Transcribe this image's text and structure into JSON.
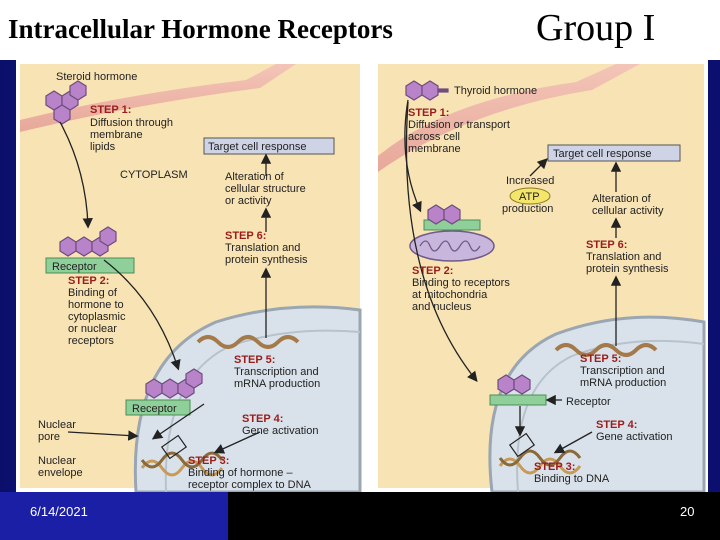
{
  "title": {
    "main": "Intracellular Hormone Receptors",
    "group": "Group I"
  },
  "footer": {
    "date": "6/14/2021",
    "page": "20"
  },
  "left_panel": {
    "hormone": "Steroid hormone",
    "step1": {
      "label": "STEP 1:",
      "lines": [
        "Diffusion through",
        "membrane",
        "lipids"
      ]
    },
    "target": "Target cell response",
    "cytoplasm": "CYTOPLASM",
    "alteration": [
      "Alteration of",
      "cellular structure",
      "or activity"
    ],
    "step6": {
      "label": "STEP 6:",
      "lines": [
        "Translation and",
        "protein synthesis"
      ]
    },
    "receptor1": "Receptor",
    "step2": {
      "label": "STEP 2:",
      "lines": [
        "Binding of",
        "hormone to",
        "cytoplasmic",
        "or nuclear",
        "receptors"
      ]
    },
    "step5": {
      "label": "STEP 5:",
      "lines": [
        "Transcription and",
        "mRNA production"
      ]
    },
    "receptor2": "Receptor",
    "step4": {
      "label": "STEP 4:",
      "lines": [
        "Gene activation"
      ]
    },
    "nuclear_pore": [
      "Nuclear",
      "pore"
    ],
    "nuclear_envelope": [
      "Nuclear",
      "envelope"
    ],
    "step3": {
      "label": "STEP 3:",
      "lines": [
        "Binding of hormone –",
        "receptor complex to DNA"
      ]
    }
  },
  "right_panel": {
    "hormone": "Thyroid hormone",
    "step1": {
      "label": "STEP 1:",
      "lines": [
        "Diffusion or transport",
        "across cell",
        "membrane"
      ]
    },
    "target": "Target cell response",
    "increased": "Increased",
    "atp": "ATP",
    "production": "production",
    "alteration": [
      "Alteration of",
      "cellular activity"
    ],
    "step2": {
      "label": "STEP 2:",
      "lines": [
        "Binding to receptors",
        "at mitochondria",
        "and nucleus"
      ]
    },
    "step6": {
      "label": "STEP 6:",
      "lines": [
        "Translation and",
        "protein synthesis"
      ]
    },
    "step5": {
      "label": "STEP 5:",
      "lines": [
        "Transcription and",
        "mRNA production"
      ]
    },
    "receptor": "Receptor",
    "step4": {
      "label": "STEP 4:",
      "lines": [
        "Gene activation"
      ]
    },
    "step3": {
      "label": "STEP 3:",
      "lines": [
        "Binding to DNA"
      ]
    }
  }
}
